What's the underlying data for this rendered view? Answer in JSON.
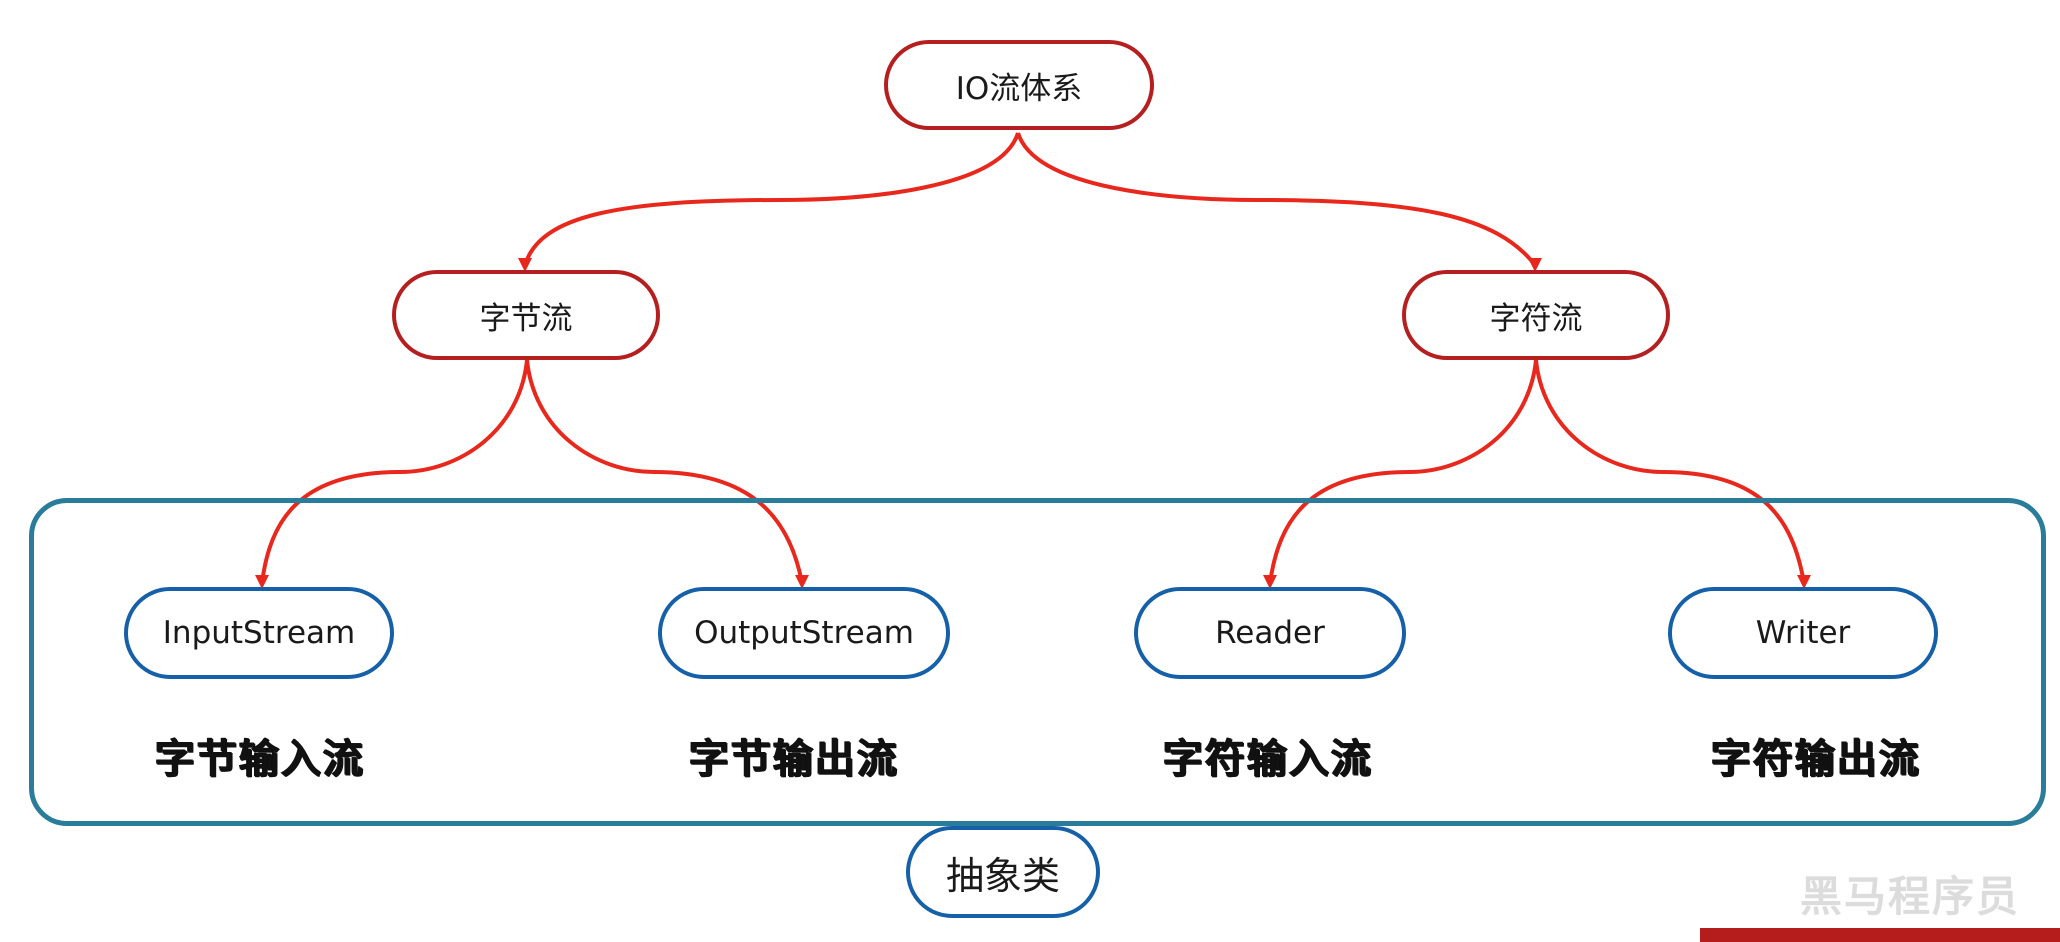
{
  "colors": {
    "top_border": "#b61f1f",
    "class_border": "#1560a8",
    "region_border": "#2a7d9a",
    "arrow": "#e8281c"
  },
  "root": {
    "label": "IO流体系"
  },
  "categories": [
    {
      "label": "字节流"
    },
    {
      "label": "字符流"
    }
  ],
  "classes": [
    {
      "name": "InputStream",
      "desc": "字节输入流"
    },
    {
      "name": "OutputStream",
      "desc": "字节输出流"
    },
    {
      "name": "Reader",
      "desc": "字符输入流"
    },
    {
      "name": "Writer",
      "desc": "字符输出流"
    }
  ],
  "abstract_label": "抽象类",
  "watermark": "黑马程序员"
}
